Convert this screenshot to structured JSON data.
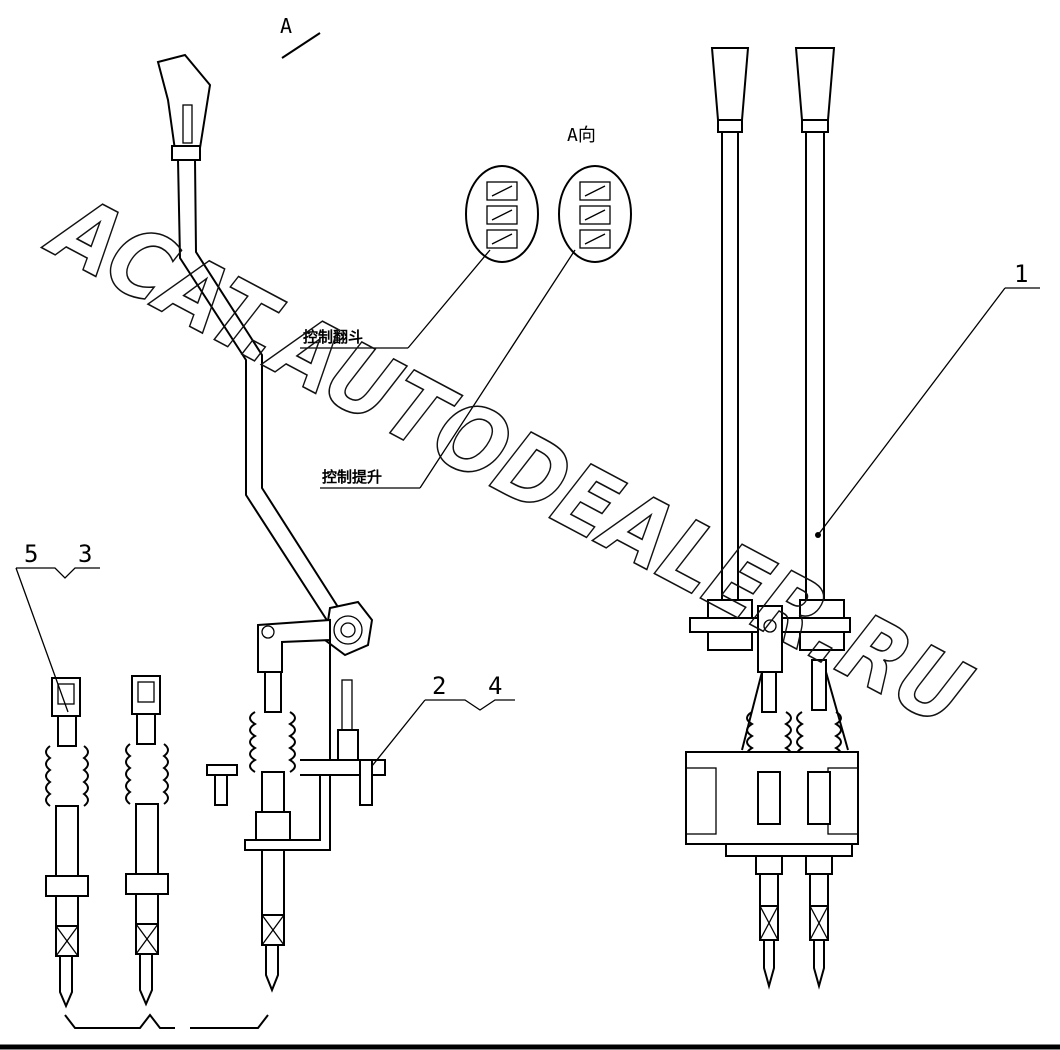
{
  "labels": {
    "view_marker": "A",
    "view_title": "A向",
    "callout_left": "控制翻斗",
    "callout_right": "控制提升",
    "part_1": "1",
    "part_2": "2",
    "part_4": "4",
    "part_5": "5",
    "part_3": "3"
  },
  "watermark": "ACAT.AUTODEALER.RU",
  "colors": {
    "ink": "#000000",
    "paper": "#ffffff"
  }
}
